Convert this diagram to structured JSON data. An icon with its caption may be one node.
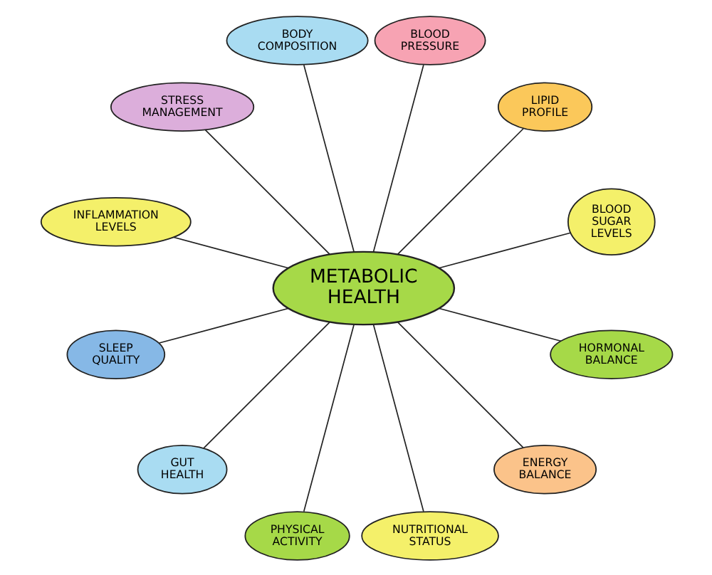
{
  "diagram": {
    "nodes": [
      {
        "text": [
          "BLOOD SUGAR LEVELS"
        ]
      },
      {
        "text": [
          "LIPID PROFILE"
        ]
      },
      {
        "text": [
          "BLOOD PRESSURE"
        ]
      },
      {
        "text": [
          "BODY COMPOSITION"
        ]
      },
      {
        "text": [
          "STRESS MANAGEMENT"
        ]
      },
      {
        "text": [
          "INFLAMMATION LEVELS"
        ]
      },
      {
        "text": [
          "METABOLIC HEALTH"
        ]
      },
      {
        "text": [
          "SLEEP QUALITY"
        ]
      },
      {
        "text": [
          "GUT HEALTH"
        ]
      },
      {
        "text": [
          "PHYSICAL ACTIVITY"
        ]
      },
      {
        "text": [
          "NUTRITIONAL STATUS"
        ]
      },
      {
        "text": [
          "ENERGY BALANCE"
        ]
      },
      {
        "text": [
          "HORMONAL BALANCE"
        ]
      }
    ],
    "edges": [
      {
        "from": 6,
        "to": 0,
        "arrow": "none"
      },
      {
        "from": 6,
        "to": 1,
        "arrow": "none"
      },
      {
        "from": 6,
        "to": 2,
        "arrow": "none"
      },
      {
        "from": 6,
        "to": 3,
        "arrow": "none"
      },
      {
        "from": 6,
        "to": 4,
        "arrow": "none"
      },
      {
        "from": 6,
        "to": 5,
        "arrow": "none"
      },
      {
        "from": 6,
        "to": 7,
        "arrow": "none"
      },
      {
        "from": 6,
        "to": 8,
        "arrow": "none"
      },
      {
        "from": 6,
        "to": 9,
        "arrow": "none"
      },
      {
        "from": 6,
        "to": 10,
        "arrow": "none"
      },
      {
        "from": 6,
        "to": 11,
        "arrow": "none"
      },
      {
        "from": 6,
        "to": 12,
        "arrow": "none"
      }
    ]
  }
}
